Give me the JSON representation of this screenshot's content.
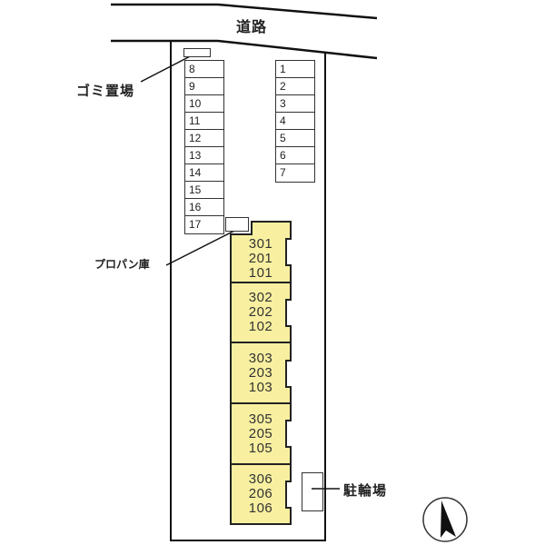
{
  "road": {
    "label": "道路"
  },
  "facilities": {
    "garbage": {
      "label": "ゴミ置場"
    },
    "propane": {
      "label": "プロパン庫"
    },
    "bicycle": {
      "label": "駐輪場"
    }
  },
  "parking": {
    "left_column": [
      "8",
      "9",
      "10",
      "11",
      "12",
      "13",
      "14",
      "15",
      "16",
      "17"
    ],
    "right_column": [
      "1",
      "2",
      "3",
      "4",
      "5",
      "6",
      "7"
    ]
  },
  "building": {
    "fill_color": "#f8f0a0",
    "units": [
      {
        "rooms": [
          "301",
          "201",
          "101"
        ]
      },
      {
        "rooms": [
          "302",
          "202",
          "102"
        ]
      },
      {
        "rooms": [
          "303",
          "203",
          "103"
        ]
      },
      {
        "rooms": [
          "305",
          "205",
          "105"
        ]
      },
      {
        "rooms": [
          "306",
          "206",
          "106"
        ]
      }
    ]
  },
  "compass": {
    "direction": "north-arrow-icon"
  }
}
